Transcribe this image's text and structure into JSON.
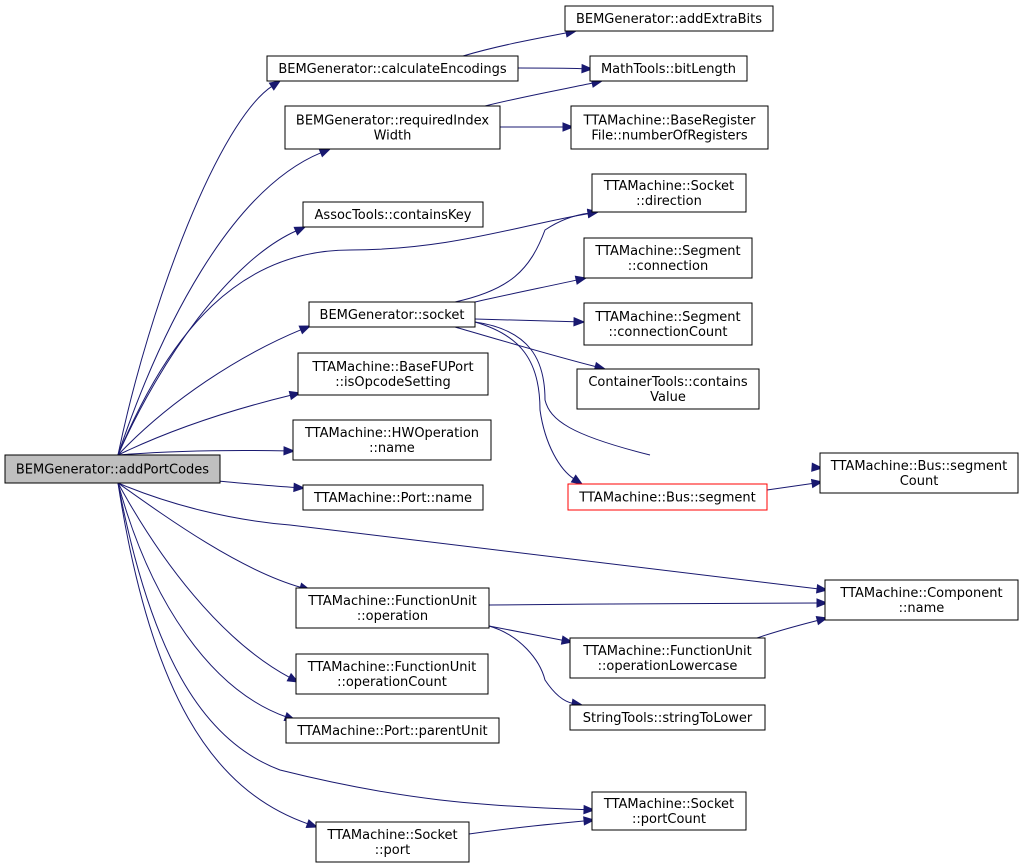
{
  "graph": {
    "edge_color": "#191970",
    "nodes": [
      {
        "id": "root",
        "label": [
          "BEMGenerator::addPortCodes"
        ],
        "style": "root"
      },
      {
        "id": "calcEnc",
        "label": [
          "BEMGenerator::calculateEncodings"
        ]
      },
      {
        "id": "addExtra",
        "label": [
          "BEMGenerator::addExtraBits"
        ]
      },
      {
        "id": "bitLength",
        "label": [
          "MathTools::bitLength"
        ]
      },
      {
        "id": "reqIdx",
        "label": [
          "BEMGenerator::requiredIndex",
          "Width"
        ]
      },
      {
        "id": "numRegs",
        "label": [
          "TTAMachine::BaseRegister",
          "File::numberOfRegisters"
        ]
      },
      {
        "id": "sockDir",
        "label": [
          "TTAMachine::Socket",
          "::direction"
        ]
      },
      {
        "id": "containsKey",
        "label": [
          "AssocTools::containsKey"
        ]
      },
      {
        "id": "segConn",
        "label": [
          "TTAMachine::Segment",
          "::connection"
        ]
      },
      {
        "id": "bemSocket",
        "label": [
          "BEMGenerator::socket"
        ]
      },
      {
        "id": "segConnCount",
        "label": [
          "TTAMachine::Segment",
          "::connectionCount"
        ]
      },
      {
        "id": "contValue",
        "label": [
          "ContainerTools::contains",
          "Value"
        ]
      },
      {
        "id": "opcode",
        "label": [
          "TTAMachine::BaseFUPort",
          "::isOpcodeSetting"
        ]
      },
      {
        "id": "hwName",
        "label": [
          "TTAMachine::HWOperation",
          "::name"
        ]
      },
      {
        "id": "busSegCount",
        "label": [
          "TTAMachine::Bus::segment",
          "Count"
        ]
      },
      {
        "id": "portName",
        "label": [
          "TTAMachine::Port::name"
        ]
      },
      {
        "id": "busSeg",
        "label": [
          "TTAMachine::Bus::segment"
        ],
        "style": "red"
      },
      {
        "id": "compName",
        "label": [
          "TTAMachine::Component",
          "::name"
        ]
      },
      {
        "id": "fuOp",
        "label": [
          "TTAMachine::FunctionUnit",
          "::operation"
        ]
      },
      {
        "id": "fuOpLower",
        "label": [
          "TTAMachine::FunctionUnit",
          "::operationLowercase"
        ]
      },
      {
        "id": "fuOpCount",
        "label": [
          "TTAMachine::FunctionUnit",
          "::operationCount"
        ]
      },
      {
        "id": "strLower",
        "label": [
          "StringTools::stringToLower"
        ]
      },
      {
        "id": "parentUnit",
        "label": [
          "TTAMachine::Port::parentUnit"
        ]
      },
      {
        "id": "portCount",
        "label": [
          "TTAMachine::Socket",
          "::portCount"
        ]
      },
      {
        "id": "sockPort",
        "label": [
          "TTAMachine::Socket",
          "::port"
        ]
      }
    ],
    "edges": [
      [
        "root",
        "calcEnc"
      ],
      [
        "root",
        "reqIdx"
      ],
      [
        "root",
        "containsKey"
      ],
      [
        "root",
        "sockDir"
      ],
      [
        "root",
        "bemSocket"
      ],
      [
        "root",
        "opcode"
      ],
      [
        "root",
        "hwName"
      ],
      [
        "root",
        "portName"
      ],
      [
        "root",
        "compName"
      ],
      [
        "root",
        "fuOp"
      ],
      [
        "root",
        "fuOpCount"
      ],
      [
        "root",
        "parentUnit"
      ],
      [
        "root",
        "portCount"
      ],
      [
        "root",
        "sockPort"
      ],
      [
        "calcEnc",
        "addExtra"
      ],
      [
        "calcEnc",
        "bitLength"
      ],
      [
        "reqIdx",
        "bitLength"
      ],
      [
        "reqIdx",
        "numRegs"
      ],
      [
        "bemSocket",
        "sockDir"
      ],
      [
        "bemSocket",
        "segConn"
      ],
      [
        "bemSocket",
        "segConnCount"
      ],
      [
        "bemSocket",
        "contValue"
      ],
      [
        "bemSocket",
        "busSegCount"
      ],
      [
        "bemSocket",
        "busSeg"
      ],
      [
        "busSeg",
        "busSegCount"
      ],
      [
        "fuOp",
        "compName"
      ],
      [
        "fuOp",
        "fuOpLower"
      ],
      [
        "fuOp",
        "strLower"
      ],
      [
        "fuOpLower",
        "compName"
      ],
      [
        "sockPort",
        "portCount"
      ]
    ]
  }
}
